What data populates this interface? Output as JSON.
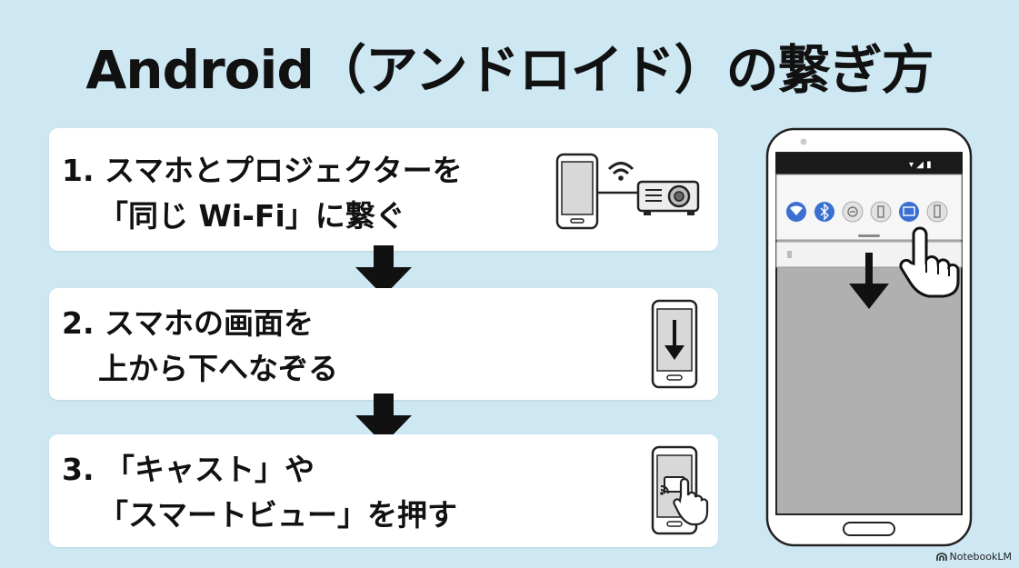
{
  "title": "Android（アンドロイド）の繋ぎ方",
  "steps": [
    {
      "line1": "1. スマホとプロジェクターを",
      "line2": "「同じ Wi-Fi」に繋ぐ",
      "icon": "phone-projector-wifi-icon"
    },
    {
      "line1": "2. スマホの画面を",
      "line2": "上から下へなぞる",
      "icon": "phone-swipe-down-icon"
    },
    {
      "line1": "3. 「キャスト」や",
      "line2": "「スマートビュー」を押す",
      "icon": "phone-cast-tap-icon"
    }
  ],
  "quick_settings": [
    "wifi-icon",
    "bluetooth-icon",
    "dnd-icon",
    "flashlight-icon",
    "cast-icon",
    "battery-icon"
  ],
  "brand": "NotebookLM",
  "colors": {
    "background": "#cde8f3",
    "card": "#ffffff",
    "text": "#111111",
    "accent": "#3b6fd1"
  }
}
